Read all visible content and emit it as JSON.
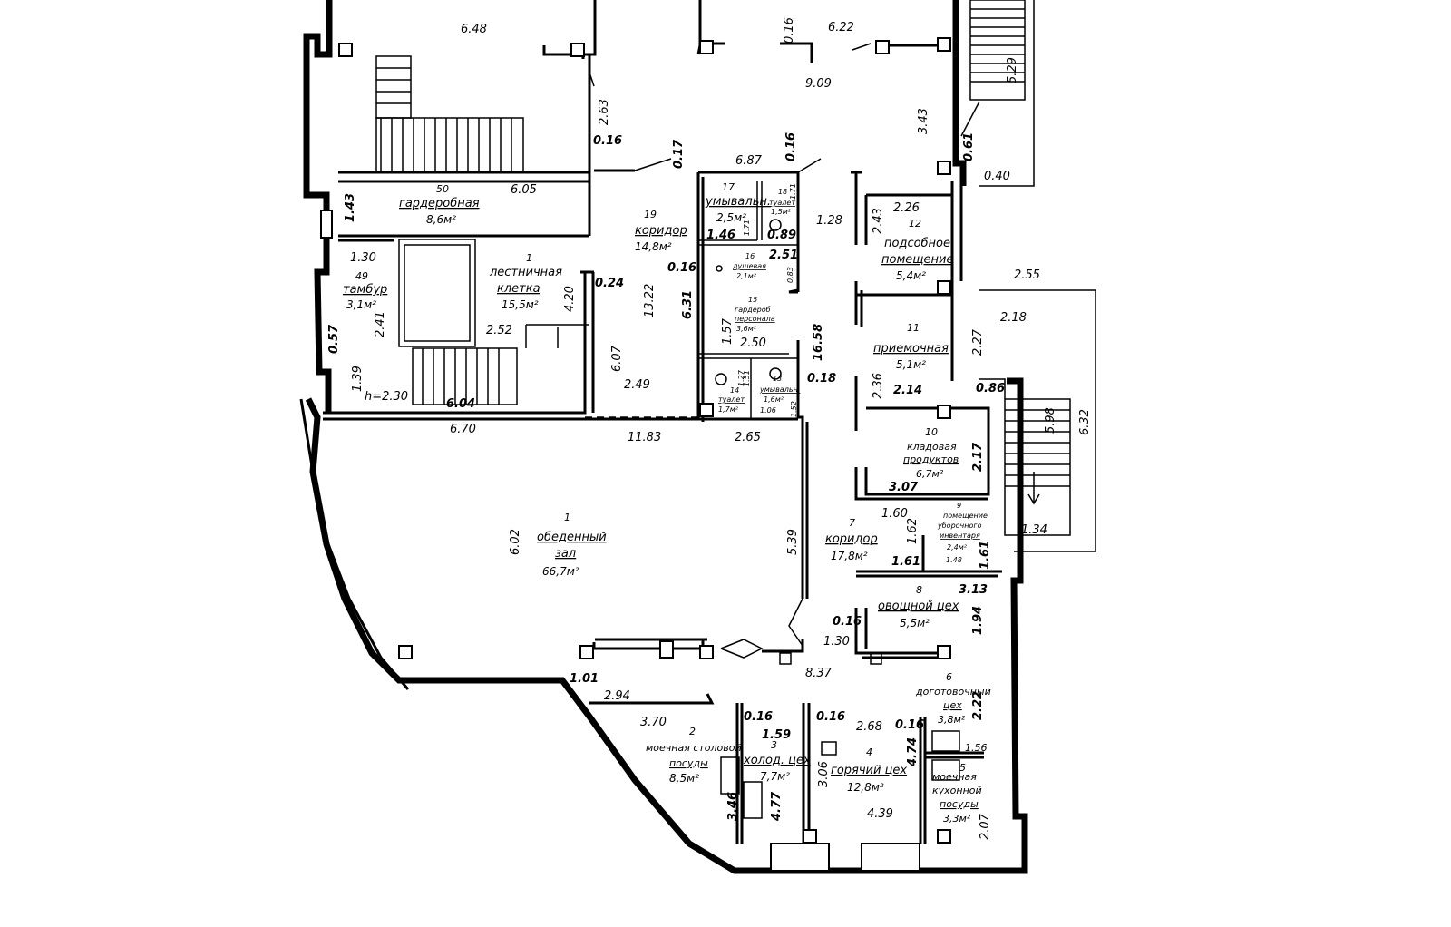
{
  "rooms": [
    {
      "num": "50",
      "name": "гардеробная",
      "area": "8,6м²"
    },
    {
      "num": "1",
      "name": "лестничная клетка",
      "area": "15,5м²"
    },
    {
      "num": "49",
      "name": "тамбур",
      "area": "3,1м²"
    },
    {
      "num": "19",
      "name": "коридор",
      "area": "14,8м²"
    },
    {
      "num": "17",
      "name": "умывальн.",
      "area": "2,5м²"
    },
    {
      "num": "18",
      "name": "туалет",
      "area": "1,5м²"
    },
    {
      "num": "16",
      "name": "душевая",
      "area": "2,1м²"
    },
    {
      "num": "15",
      "name": "гардероб персонала",
      "area": "3,6м²"
    },
    {
      "num": "14",
      "name": "туалет",
      "area": "1,7м²"
    },
    {
      "num": "13",
      "name": "умывальн.",
      "area": "1,6м²"
    },
    {
      "num": "12",
      "name": "подсобное помещение",
      "area": "5,4м²"
    },
    {
      "num": "11",
      "name": "приемочная",
      "area": "5,1м²"
    },
    {
      "num": "10",
      "name": "кладовая продуктов",
      "area": "6,7м²"
    },
    {
      "num": "1",
      "name": "обеденный зал",
      "area": "66,7м²"
    },
    {
      "num": "7",
      "name": "коридор",
      "area": "17,8м²"
    },
    {
      "num": "9",
      "name": "помещение уборочного инвентаря",
      "area": "2,4м²"
    },
    {
      "num": "8",
      "name": "овощной цех",
      "area": "5,5м²"
    },
    {
      "num": "6",
      "name": "доготовочный цех",
      "area": "3,8м²"
    },
    {
      "num": "5",
      "name": "моечная кухонной посуды",
      "area": "3,3м²"
    },
    {
      "num": "4",
      "name": "горячий цех",
      "area": "12,8м²"
    },
    {
      "num": "3",
      "name": "холод. цех",
      "area": "7,7м²"
    },
    {
      "num": "2",
      "name": "моечная столовой посуды",
      "area": "8,5м²"
    }
  ],
  "dims": {
    "d648": "6.48",
    "d622": "6.22",
    "d016a": "0.16",
    "d909": "9.09",
    "d529": "5.29",
    "d343": "3.43",
    "d263": "2.63",
    "d016b": "0.16",
    "d017": "0.17",
    "d687": "6.87",
    "d016c": "0.16",
    "d061": "0.61",
    "d040": "0.40",
    "d605": "6.05",
    "d143": "1.43",
    "d171": "1.71",
    "d171b": "1.71",
    "d128": "1.28",
    "d243": "2.43",
    "d226": "2.26",
    "d146": "1.46",
    "d089": "0.89",
    "d130": "1.30",
    "d016d": "0.16",
    "d251": "2.51",
    "d083": "0.83",
    "d255": "2.55",
    "d420": "4.20",
    "d024": "0.24",
    "d1322": "13.22",
    "d631": "6.31",
    "d218": "2.18",
    "d241": "2.41",
    "d252": "2.52",
    "d057": "0.57",
    "d607": "6.07",
    "d157": "1.57",
    "d250": "2.50",
    "d1658": "16.58",
    "d227": "2.27",
    "d139": "1.39",
    "h230": "h=2.30",
    "d604": "6.04",
    "d249": "2.49",
    "d127": "1.27",
    "d151": "1.51",
    "d018": "0.18",
    "d236": "2.36",
    "d214": "2.14",
    "d086": "0.86",
    "d106": "1.06",
    "d152": "1.52",
    "d598": "5.98",
    "d632": "6.32",
    "d670": "6.70",
    "d1183": "11.83",
    "d265": "2.65",
    "d217": "2.17",
    "d307": "3.07",
    "d602": "6.02",
    "d539": "5.39",
    "d160": "1.60",
    "d162": "1.62",
    "d134": "1.34",
    "d161": "1.61",
    "d148": "1.48",
    "d161b": "1.61",
    "d313": "3.13",
    "d016e": "0.16",
    "d130b": "1.30",
    "d194": "1.94",
    "d837": "8.37",
    "d101": "1.01",
    "d294": "2.94",
    "d222": "2.22",
    "d370": "3.70",
    "d016f": "0.16",
    "d159": "1.59",
    "d016g": "0.16",
    "d268": "2.68",
    "d016h": "0.16",
    "d474": "4.74",
    "d156": "1.56",
    "d306": "3.06",
    "d346": "3.46",
    "d477": "4.77",
    "d439": "4.39",
    "d207": "2.07"
  }
}
